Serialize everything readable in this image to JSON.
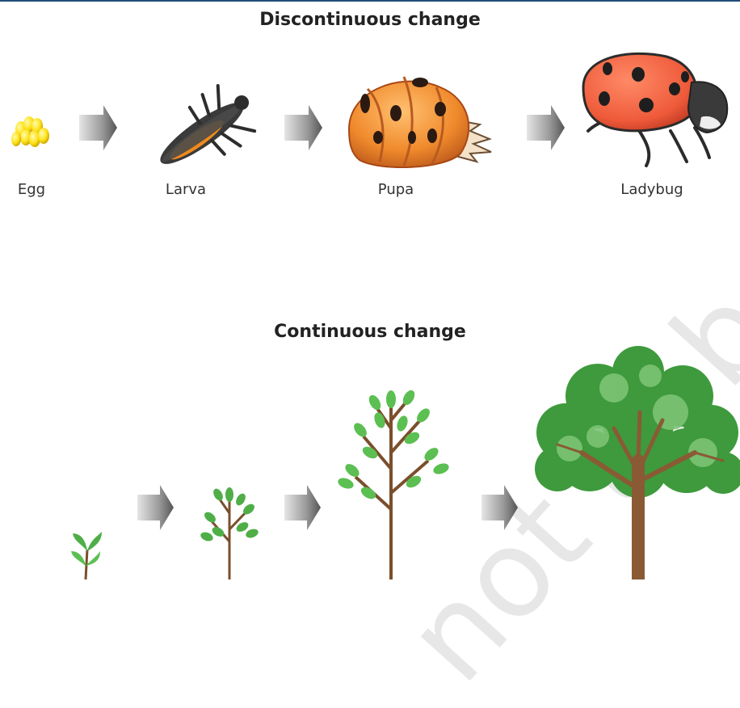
{
  "discontinuous": {
    "title": "Discontinuous change",
    "stages": [
      "Egg",
      "Larva",
      "Pupa",
      "Ladybug"
    ]
  },
  "continuous": {
    "title": "Continuous change"
  },
  "watermark": "not to be distributed"
}
